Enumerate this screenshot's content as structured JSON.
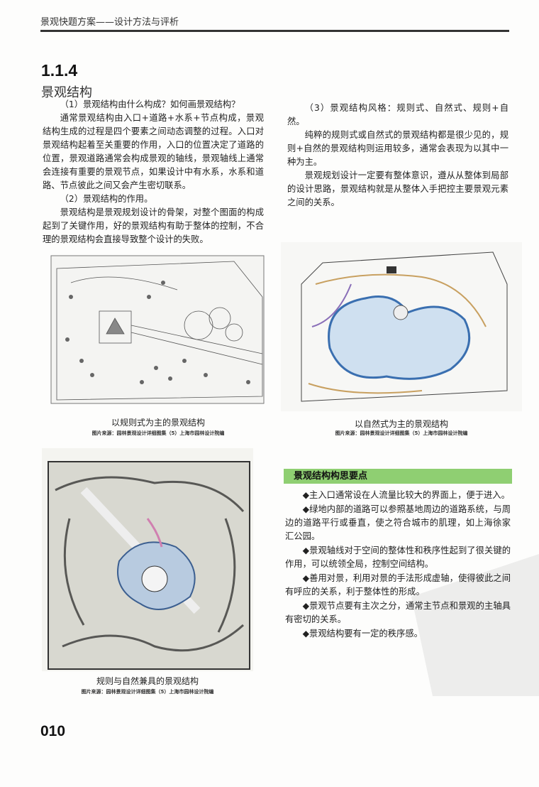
{
  "header": {
    "running_title": "景观快题方案——设计方法与评析"
  },
  "section": {
    "number": "1.1.4",
    "title": "景观结构"
  },
  "left_column": {
    "paragraphs": [
      "（1）景观结构由什么构成？如何画景观结构？",
      "通常景观结构由入口+道路+水系+节点构成，景观结构生成的过程是四个要素之间动态调整的过程。入口对景观结构起着至关重要的作用，入口的位置决定了道路的位置，景观道路通常会构成景观的轴线，景观轴线上通常会连接有重要的景观节点，如果设计中有水系，水系和道路、节点彼此之间又会产生密切联系。",
      "（2）景观结构的作用。",
      "景观结构是景观规划设计的骨架，对整个图面的构成起到了关键作用，好的景观结构有助于整体的控制，不合理的景观结构会直接导致整个设计的失败。"
    ]
  },
  "right_column": {
    "paragraphs": [
      "（3）景观结构风格：规则式、自然式、规则+自然。",
      "纯粹的规则式或自然式的景观结构都是很少见的，规则+自然的景观结构则运用较多，通常会表现为以其中一种为主。",
      "景观规划设计一定要有整体意识，遵从从整体到局部的设计思路，景观结构就是从整体入手把控主要景观元素之间的关系。"
    ]
  },
  "figures": [
    {
      "caption": "以规则式为主的景观结构",
      "source": "图片来源：园林景观设计详细图集（5）上海市园林设计院编"
    },
    {
      "caption": "以自然式为主的景观结构",
      "source": "图片来源：园林景观设计详细图集（5）上海市园林设计院编"
    },
    {
      "caption": "规则与自然兼具的景观结构",
      "source": "图片来源：园林景观设计详细图集（5）上海市园林设计院编"
    }
  ],
  "tips": {
    "title": "景观结构构思要点",
    "title_bg": "#8fcf72",
    "items": [
      "◆主入口通常设在人流量比较大的界面上，便于进入。",
      "◆绿地内部的道路可以参照基地周边的道路系统，与周边的道路平行或垂直，使之符合城市的肌理，如上海徐家汇公园。",
      "◆景观轴线对于空间的整体性和秩序性起到了很关键的作用，可以统领全局，控制空间结构。",
      "◆善用对景，利用对景的手法形成虚轴，使得彼此之间有呼应的关系，利于整体性的形成。",
      "◆景观节点要有主次之分，通常主节点和景观的主轴具有密切的关系。",
      "◆景观结构要有一定的秩序感。"
    ]
  },
  "page_number": "010"
}
